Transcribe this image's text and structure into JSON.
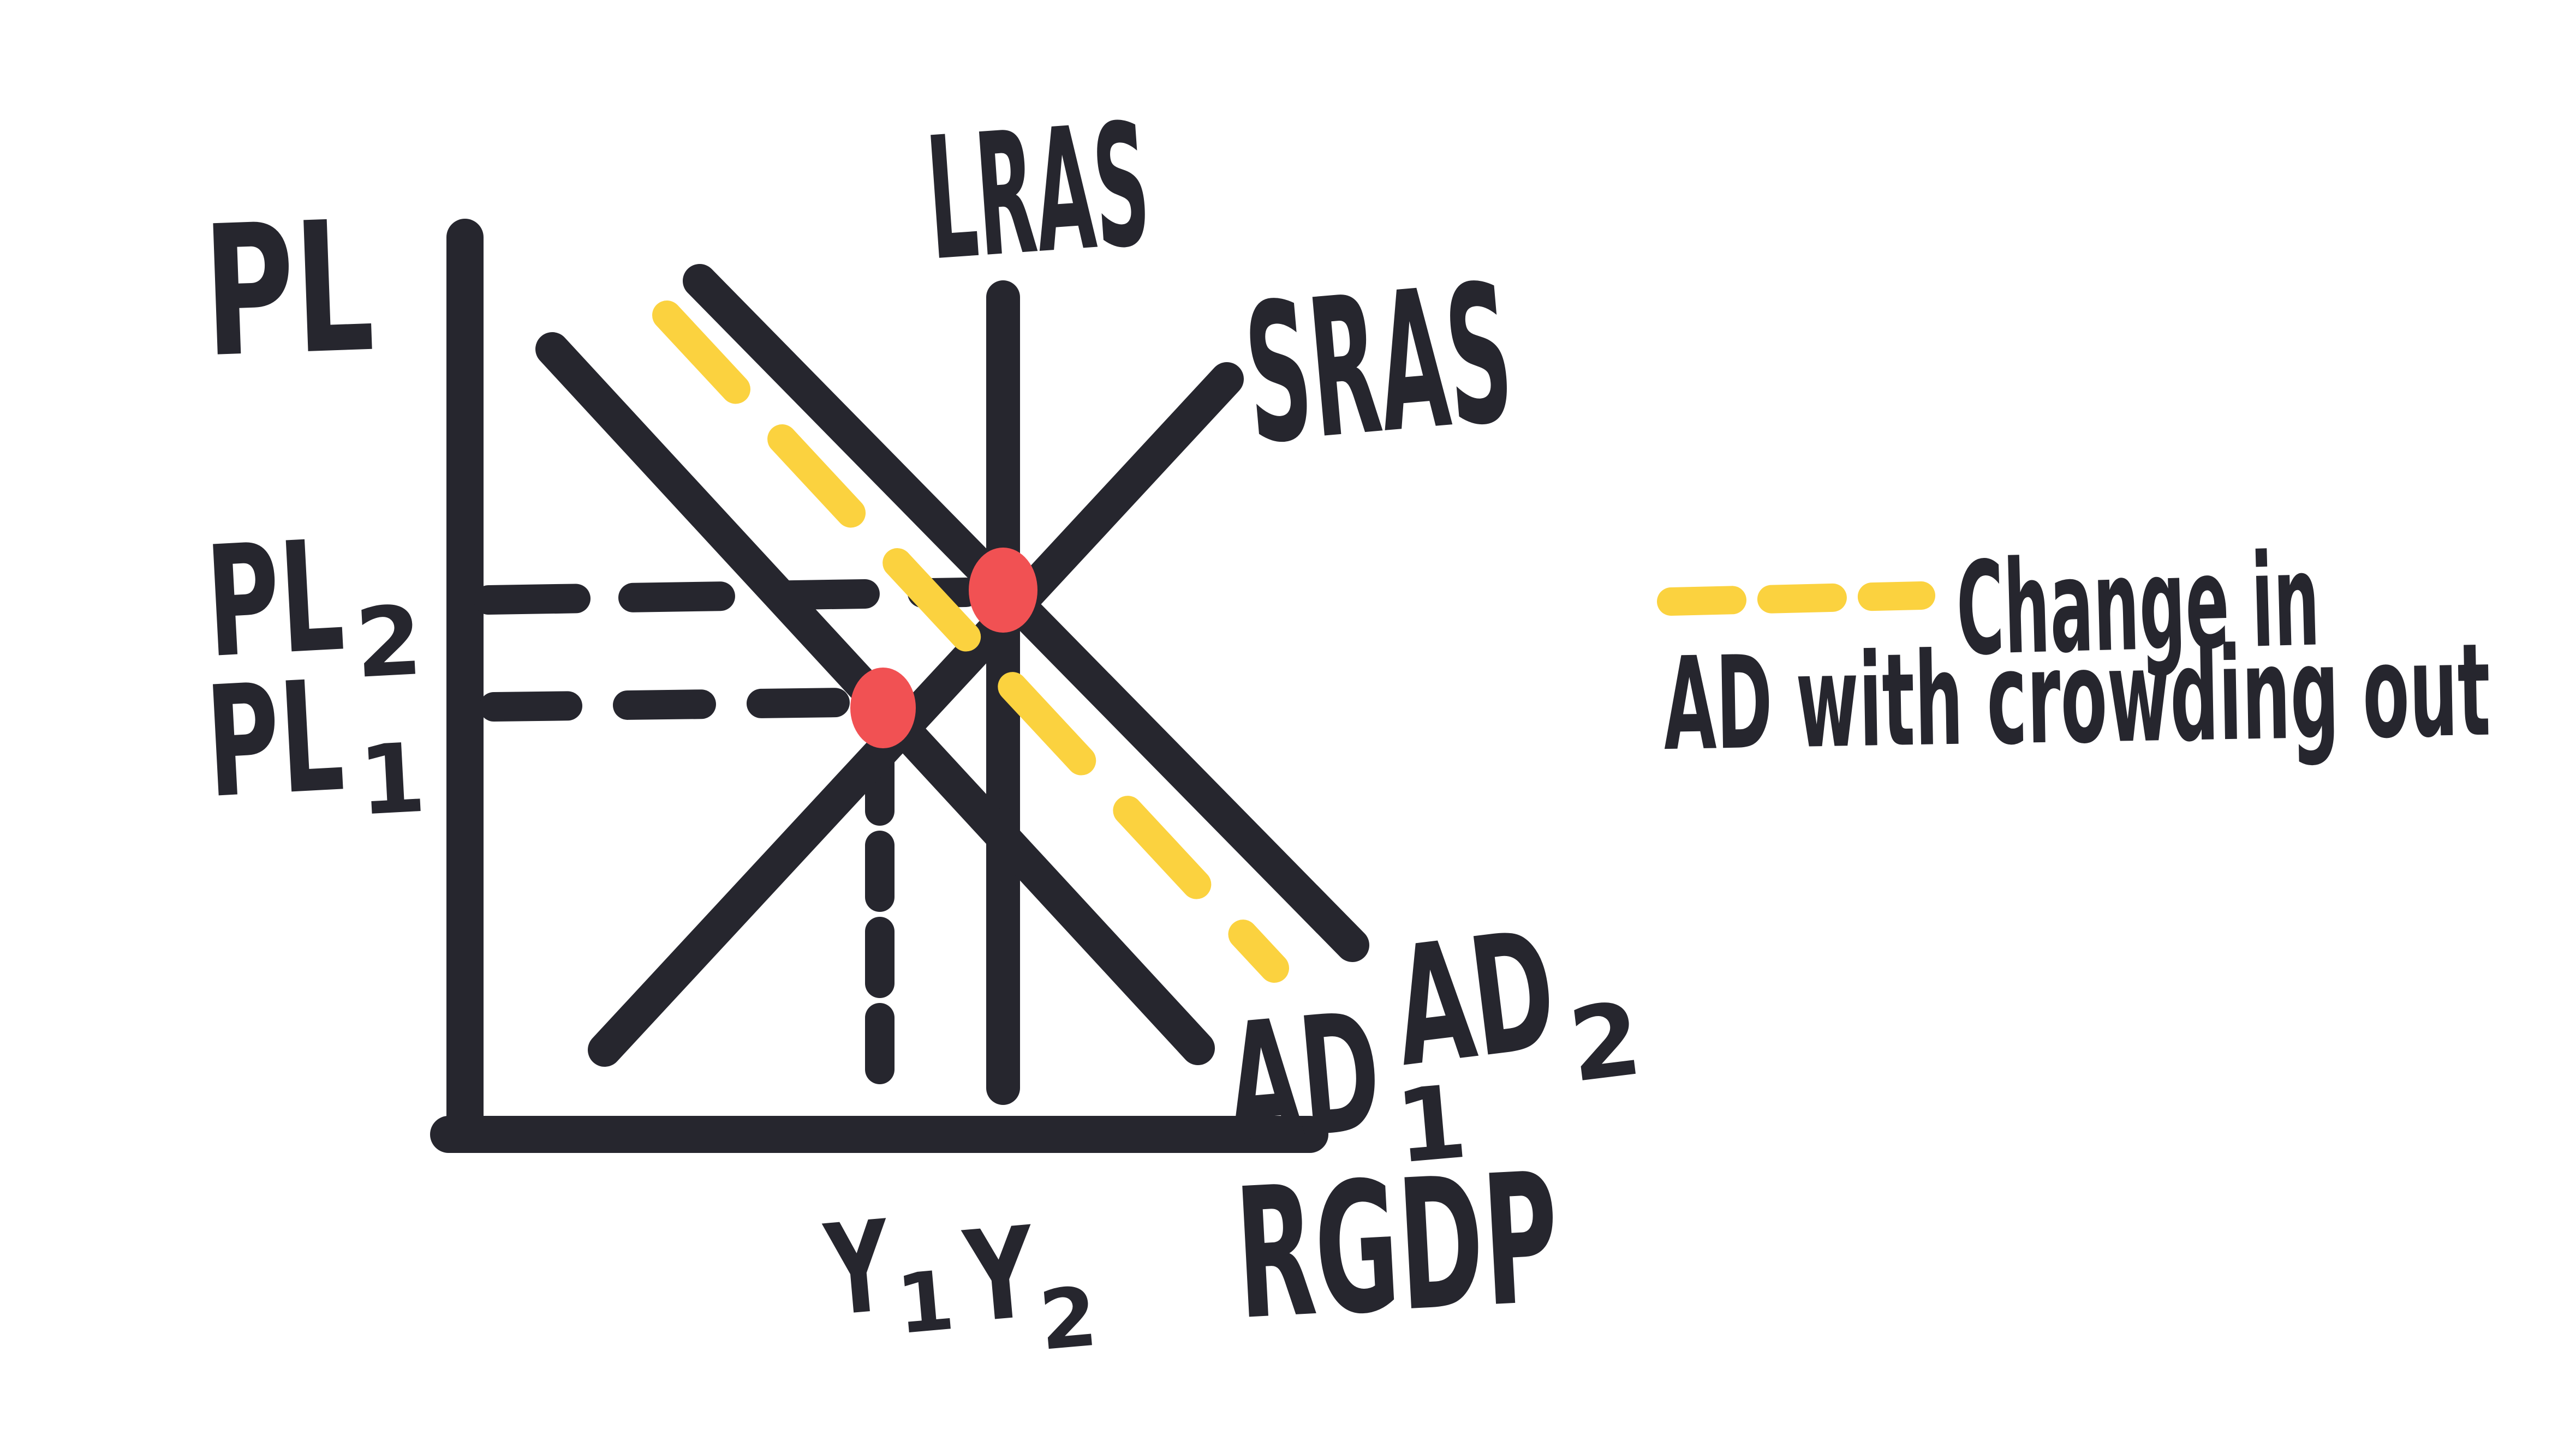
{
  "page": {
    "background": "#ffffff"
  },
  "palette": {
    "ink": "#26262e",
    "red": "#f15153",
    "yellow": "#fbd23f",
    "white": "#ffffff"
  },
  "labels": {
    "y_axis": "PL",
    "x_axis": "RGDP",
    "lras": "LRAS",
    "sras": "SRAS",
    "ad1_base": "AD",
    "ad1_sub": "1",
    "ad2_base": "AD",
    "ad2_sub": "2",
    "pl2_base": "PL",
    "pl2_sub": "2",
    "pl1_base": "PL",
    "pl1_sub": "1",
    "y1_base": "Y",
    "y1_sub": "1",
    "y2_base": "Y",
    "y2_sub": "2"
  },
  "legend": {
    "swatch": "yellow-dashed-line",
    "swatch_color": "#fbd23f",
    "line1": "Change in",
    "line2": "AD with crowding out"
  },
  "chart_data": {
    "type": "line",
    "title": "",
    "xlabel": "RGDP",
    "ylabel": "PL",
    "xlim": [
      0,
      100
    ],
    "ylim": [
      0,
      100
    ],
    "grid": false,
    "hand_drawn": true,
    "legend_position": "right",
    "series": [
      {
        "name": "LRAS",
        "style": "solid",
        "color": "#26262e",
        "points": [
          [
            64,
            7
          ],
          [
            64,
            93
          ]
        ]
      },
      {
        "name": "SRAS",
        "style": "solid",
        "color": "#26262e",
        "points": [
          [
            17,
            9
          ],
          [
            90,
            84
          ]
        ]
      },
      {
        "name": "AD1",
        "style": "solid",
        "color": "#26262e",
        "points": [
          [
            10,
            87
          ],
          [
            87,
            10
          ]
        ]
      },
      {
        "name": "AD2",
        "style": "solid",
        "color": "#26262e",
        "points": [
          [
            28,
            95
          ],
          [
            105,
            21
          ]
        ]
      },
      {
        "name": "Change in AD with crowding out",
        "style": "dashed",
        "color": "#fbd23f",
        "points": [
          [
            24,
            91
          ],
          [
            96,
            19
          ]
        ]
      }
    ],
    "points": [
      {
        "name": "equilibrium-1",
        "x": 49,
        "y": 48,
        "color": "#f15153",
        "x_tick": "Y1",
        "y_tick": "PL1"
      },
      {
        "name": "equilibrium-2",
        "x": 64,
        "y": 60,
        "color": "#f15153",
        "x_tick": "Y2",
        "y_tick": "PL2"
      }
    ],
    "x_ticks": [
      "Y1",
      "Y2"
    ],
    "y_ticks": [
      "PL1",
      "PL2"
    ],
    "guides": [
      {
        "name": "PL2-guide",
        "type": "horizontal-dashed",
        "at_y": 60
      },
      {
        "name": "PL1-guide",
        "type": "horizontal-dashed",
        "at_y": 48
      },
      {
        "name": "Y1-guide",
        "type": "vertical-dashed",
        "at_x": 49
      }
    ]
  }
}
